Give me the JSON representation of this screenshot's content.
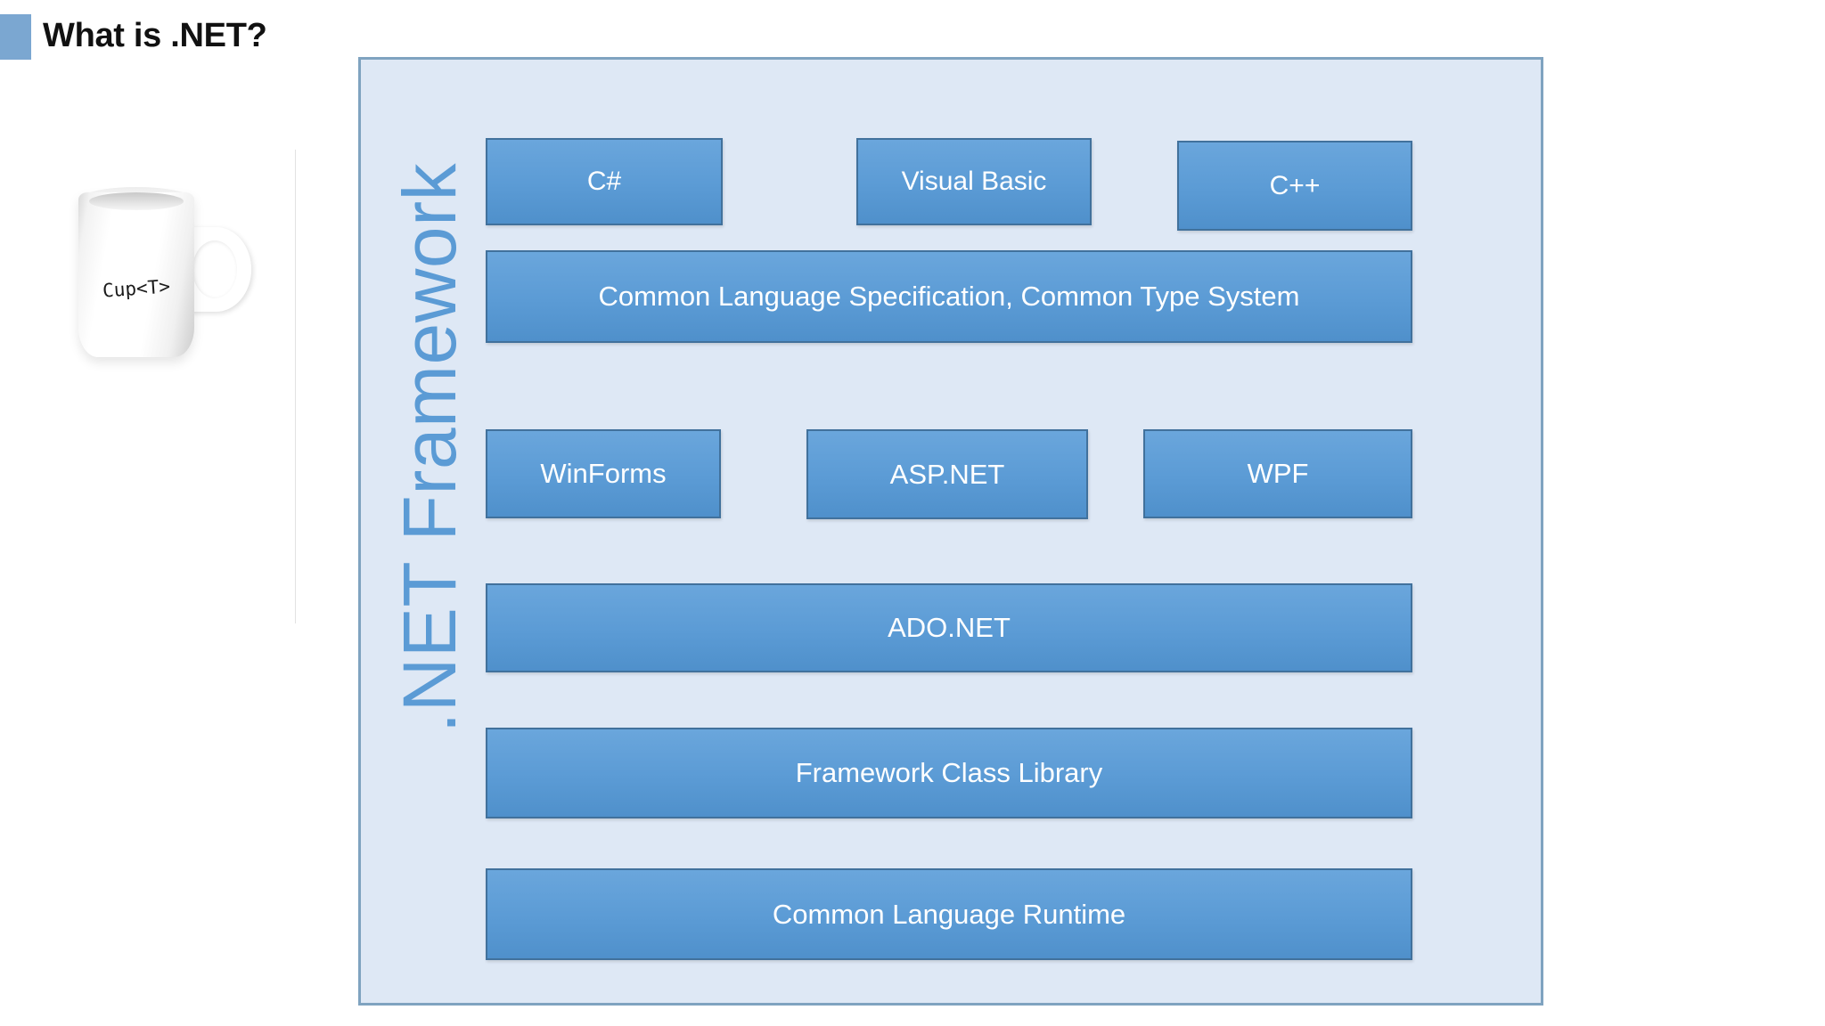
{
  "slide": {
    "title": "What is .NET?",
    "accent_color": "#7BA7D1"
  },
  "illustration": {
    "name": "coffee-mug",
    "label": "Cup<T>"
  },
  "diagram": {
    "vertical_label": ".NET Framework",
    "background_color": "#DEE8F5",
    "border_color": "#7FA3C0",
    "box_fill_color": "#5B9BD5",
    "box_border_color": "#41719C",
    "box_text_color": "#FFFFFF",
    "rows": [
      {
        "name": "languages",
        "boxes": [
          {
            "label": "C#"
          },
          {
            "label": "Visual Basic"
          },
          {
            "label": "C++"
          }
        ]
      },
      {
        "name": "specification",
        "boxes": [
          {
            "label": "Common Language Specification, Common Type System"
          }
        ]
      },
      {
        "name": "application-models",
        "boxes": [
          {
            "label": "WinForms"
          },
          {
            "label": "ASP.NET"
          },
          {
            "label": "WPF"
          }
        ]
      },
      {
        "name": "data-access",
        "boxes": [
          {
            "label": "ADO.NET"
          }
        ]
      },
      {
        "name": "class-library",
        "boxes": [
          {
            "label": "Framework Class Library"
          }
        ]
      },
      {
        "name": "runtime",
        "boxes": [
          {
            "label": "Common Language Runtime"
          }
        ]
      }
    ]
  }
}
